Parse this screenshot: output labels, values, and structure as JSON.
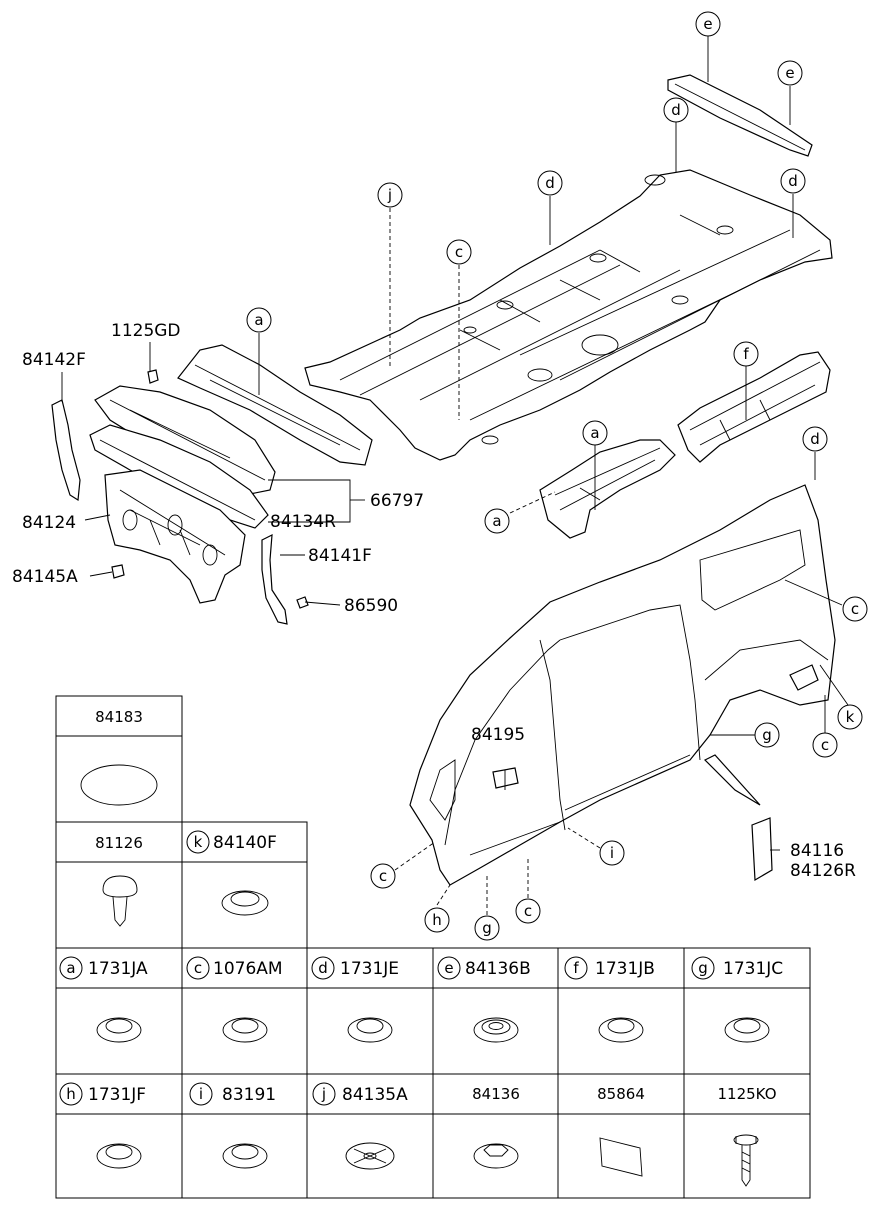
{
  "callouts": [
    {
      "part": "84142F"
    },
    {
      "part": "1125GD"
    },
    {
      "part": "66797"
    },
    {
      "part": "84134R"
    },
    {
      "part": "84124"
    },
    {
      "part": "84145A"
    },
    {
      "part": "84141F"
    },
    {
      "part": "86590"
    },
    {
      "part": "84195"
    },
    {
      "part": "84116"
    },
    {
      "part": "84126R"
    }
  ],
  "letter_markers": [
    "e",
    "e",
    "d",
    "d",
    "d",
    "j",
    "c",
    "a",
    "f",
    "a",
    "a",
    "d",
    "c",
    "k",
    "c",
    "g",
    "i",
    "c",
    "h",
    "g",
    "c"
  ],
  "table": {
    "row1": [
      {
        "letter": "",
        "part": "84183"
      }
    ],
    "row2": [
      {
        "letter": "",
        "part": "81126"
      },
      {
        "letter": "k",
        "part": "84140F"
      }
    ],
    "row3": [
      {
        "letter": "a",
        "part": "1731JA"
      },
      {
        "letter": "c",
        "part": "1076AM"
      },
      {
        "letter": "d",
        "part": "1731JE"
      },
      {
        "letter": "e",
        "part": "84136B"
      },
      {
        "letter": "f",
        "part": "1731JB"
      },
      {
        "letter": "g",
        "part": "1731JC"
      }
    ],
    "row4": [
      {
        "letter": "h",
        "part": "1731JF"
      },
      {
        "letter": "i",
        "part": "83191"
      },
      {
        "letter": "j",
        "part": "84135A"
      },
      {
        "letter": "",
        "part": "84136"
      },
      {
        "letter": "",
        "part": "85864"
      },
      {
        "letter": "",
        "part": "1125KO"
      }
    ]
  }
}
